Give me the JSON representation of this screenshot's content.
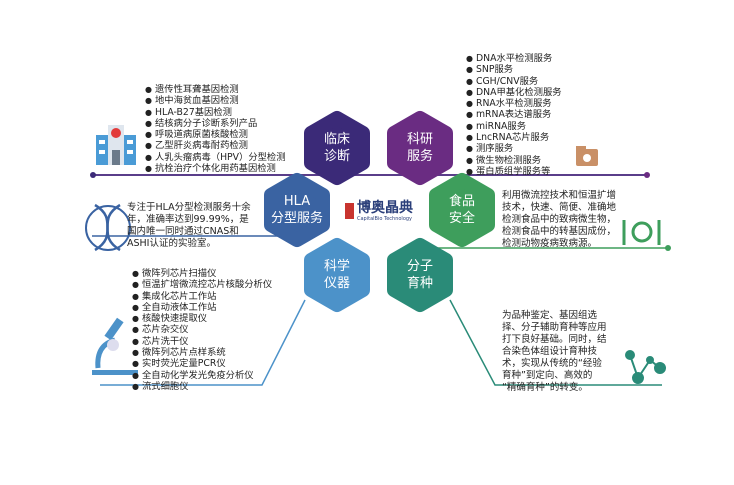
{
  "center_logo": {
    "name_cn": "博奥晶典",
    "name_en": "CapitalBio Technology"
  },
  "hexagons": {
    "clinical": {
      "line1": "临床",
      "line2": "诊断",
      "color": "#3b2a78"
    },
    "research": {
      "line1": "科研",
      "line2": "服务",
      "color": "#6a2c82"
    },
    "hla": {
      "line1": "HLA",
      "line2": "分型服务",
      "color": "#3a63a2"
    },
    "food": {
      "line1": "食品",
      "line2": "安全",
      "color": "#3e9e5c"
    },
    "instruments": {
      "line1": "科学",
      "line2": "仪器",
      "color": "#4c92c9"
    },
    "breeding": {
      "line1": "分子",
      "line2": "育种",
      "color": "#2a8b78"
    }
  },
  "clinical_list": [
    "遗传性耳聋基因检测",
    "地中海贫血基因检测",
    "HLA-B27基因检测",
    "结核病分子诊断系列产品",
    "呼吸道病原菌核酸检测",
    "乙型肝炎病毒耐药检测",
    "人乳头瘤病毒（HPV）分型检测",
    "抗栓治疗个体化用药基因检测"
  ],
  "research_list": [
    "DNA水平检测服务",
    "SNP服务",
    "CGH/CNV服务",
    "DNA甲基化检测服务",
    "RNA水平检测服务",
    "mRNA表达谱服务",
    "miRNA服务",
    "LncRNA芯片服务",
    "测序服务",
    "微生物检测服务",
    "蛋白质组学服务等"
  ],
  "hla_text": [
    "专注于HLA分型检测服务十余",
    "年，准确率达到99.99%，是",
    "国内唯一同时通过CNAS和",
    "ASHI认证的实验室。"
  ],
  "food_text": [
    "利用微流控技术和恒温扩增",
    "技术，快速、简便、准确地",
    "检测食品中的致病微生物，",
    "检测食品中的转基因成份，",
    "检测动物疫病致病源。"
  ],
  "instrument_list": [
    "微阵列芯片扫描仪",
    "恒温扩增微流控芯片核酸分析仪",
    "集成化芯片工作站",
    "全自动液体工作站",
    "核酸快速提取仪",
    "芯片杂交仪",
    "芯片洗干仪",
    "微阵列芯片点样系统",
    "实时荧光定量PCR仪",
    "全自动化学发光免疫分析仪",
    "流式细胞仪"
  ],
  "breeding_text": [
    "为品种鉴定、基因组选",
    "择、分子辅助育种等应用",
    "打下良好基础。同时，结",
    "合染色体组设计育种技",
    "术，实现从传统的“经验",
    "育种”到定向、高效的",
    "“精确育种”的转变。"
  ]
}
